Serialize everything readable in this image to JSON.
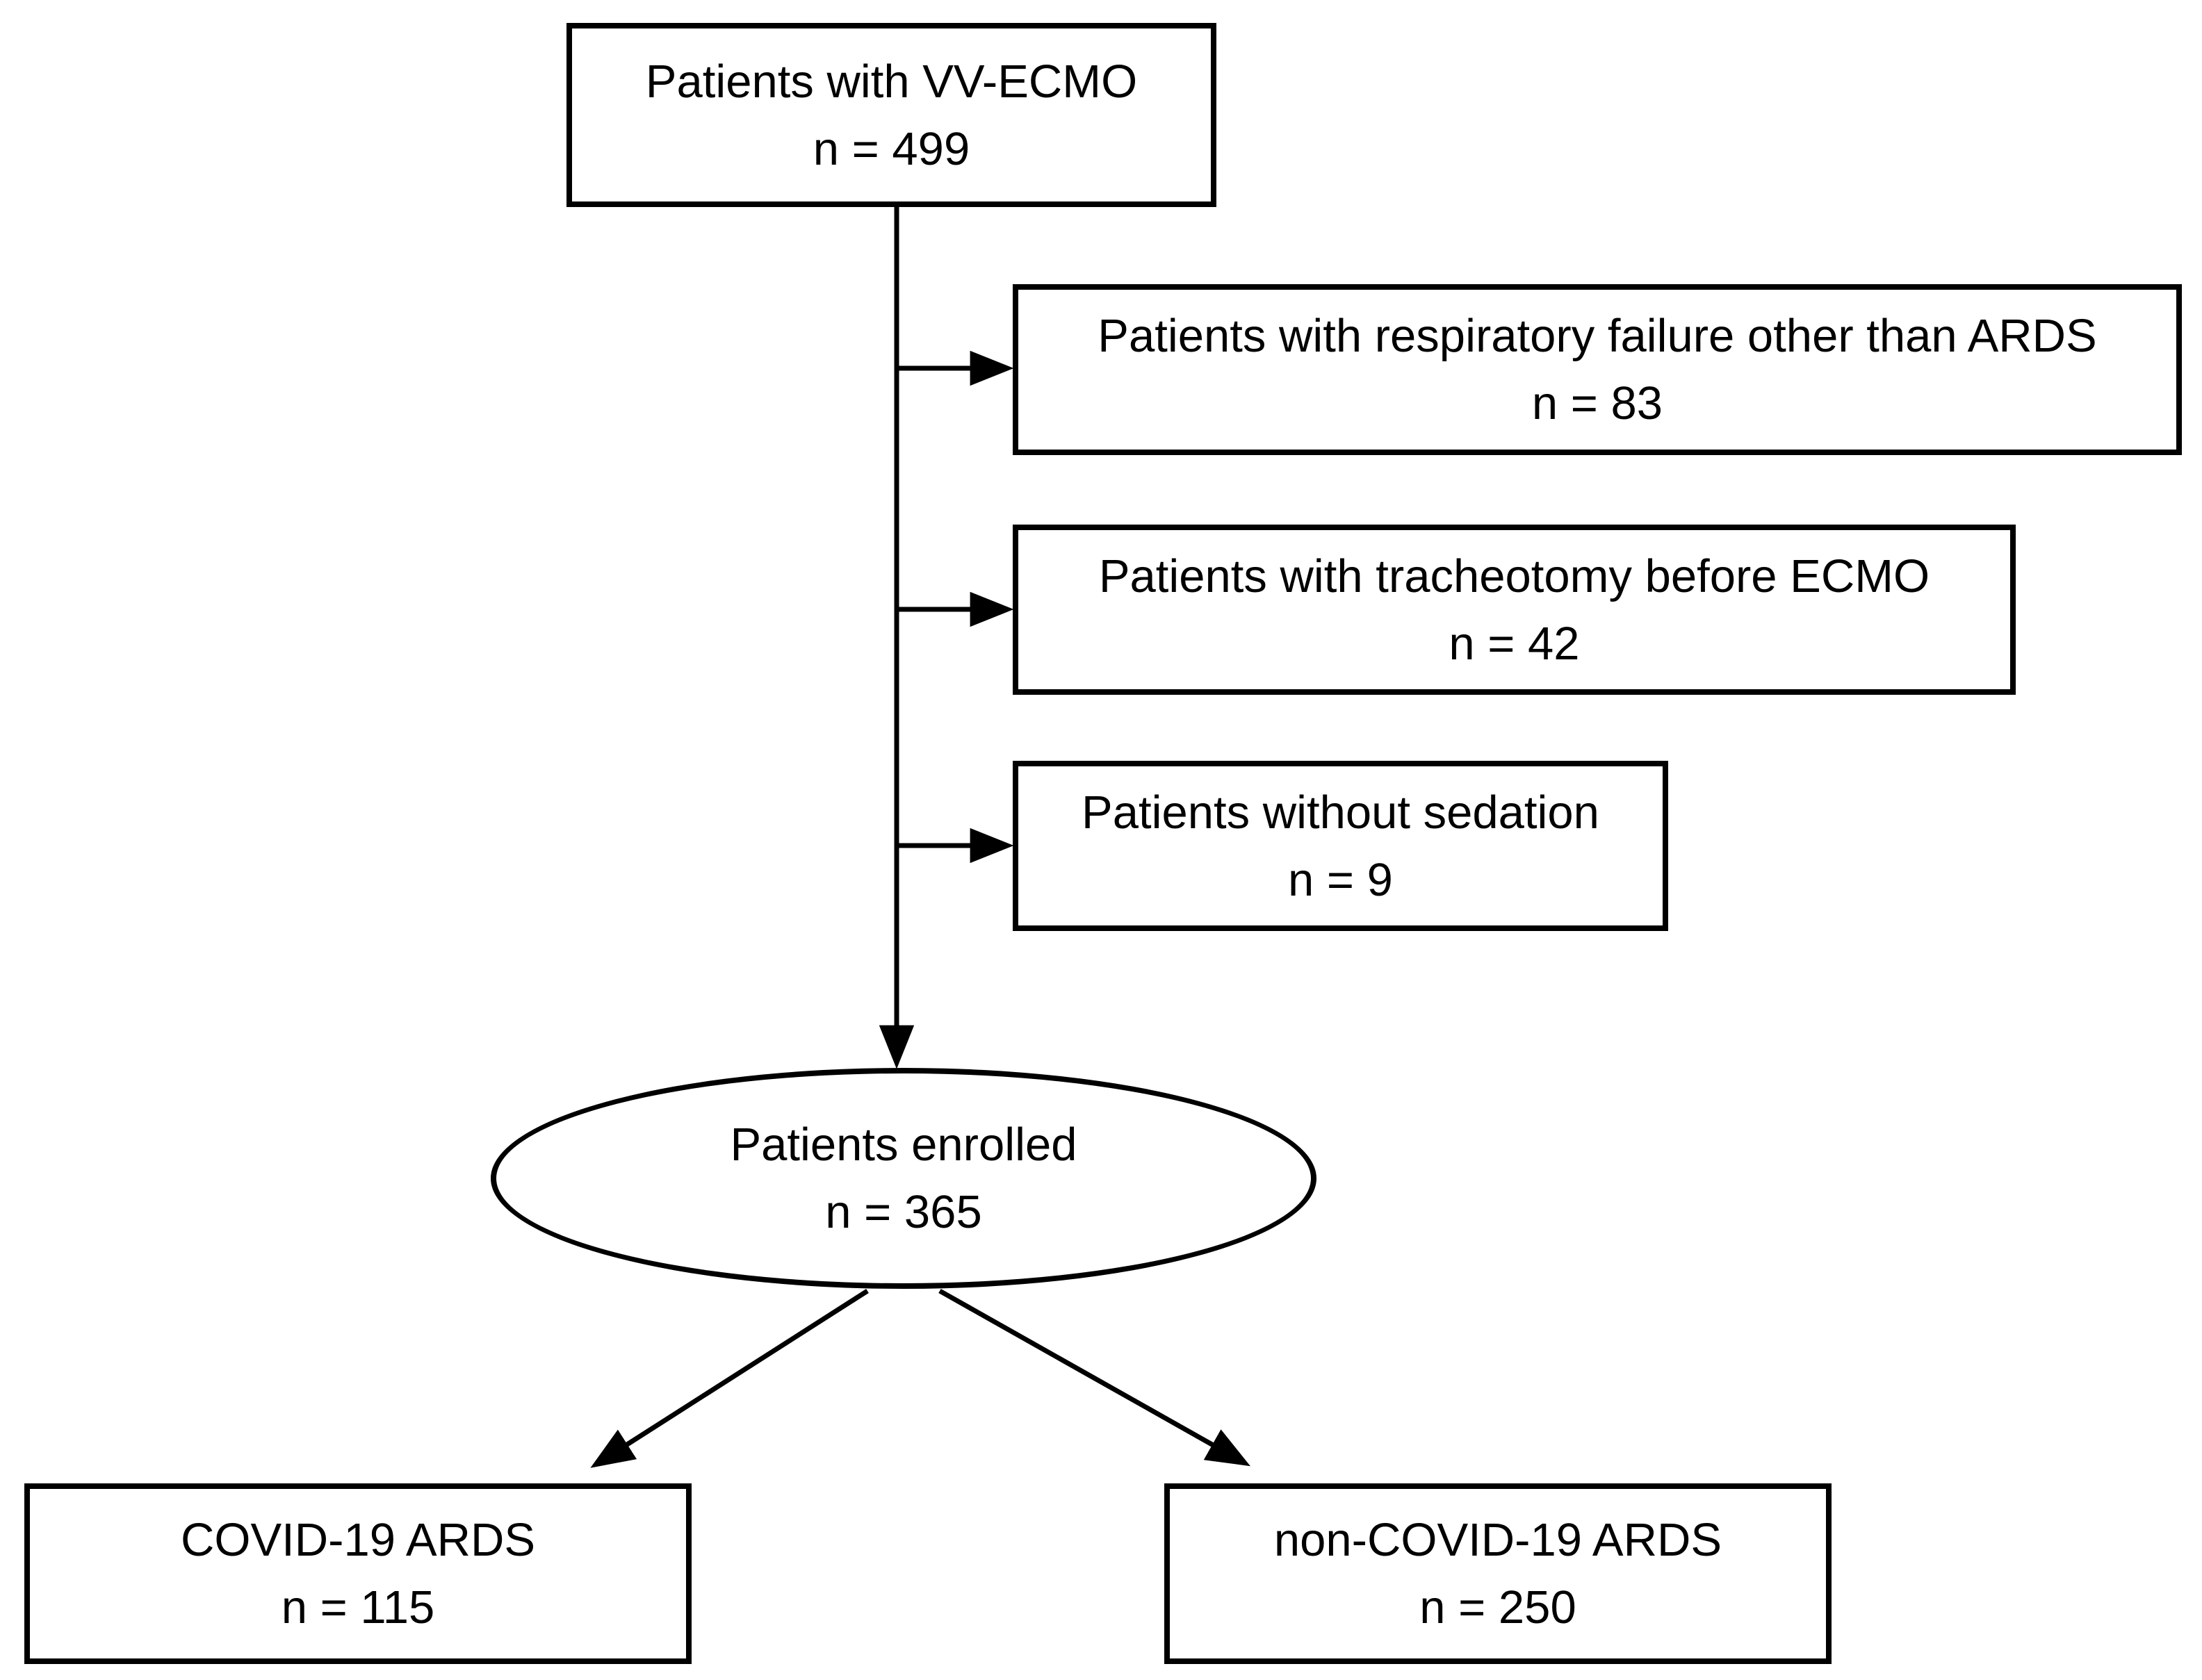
{
  "figure": {
    "background_color": "#ffffff",
    "line_color": "#000000",
    "text_color": "#000000",
    "type": "patient-flow-diagram"
  },
  "nodes": {
    "source": {
      "shape": "rect",
      "label": "Patients with VV-ECMO",
      "count": "n = 499",
      "n": 499
    },
    "exclusions": [
      {
        "shape": "rect",
        "label": "Patients with respiratory failure other than ARDS",
        "count": "n = 83",
        "n": 83
      },
      {
        "shape": "rect",
        "label": "Patients with tracheotomy before ECMO",
        "count": "n = 42",
        "n": 42
      },
      {
        "shape": "rect",
        "label": "Patients without sedation",
        "count": "n = 9",
        "n": 9
      }
    ],
    "enrolled": {
      "shape": "ellipse",
      "label": "Patients enrolled",
      "count": "n = 365",
      "n": 365
    },
    "groups": [
      {
        "shape": "rect",
        "label": "COVID-19 ARDS",
        "count": "n = 115",
        "n": 115
      },
      {
        "shape": "rect",
        "label": "non-COVID-19 ARDS",
        "count": "n = 250",
        "n": 250
      }
    ]
  }
}
